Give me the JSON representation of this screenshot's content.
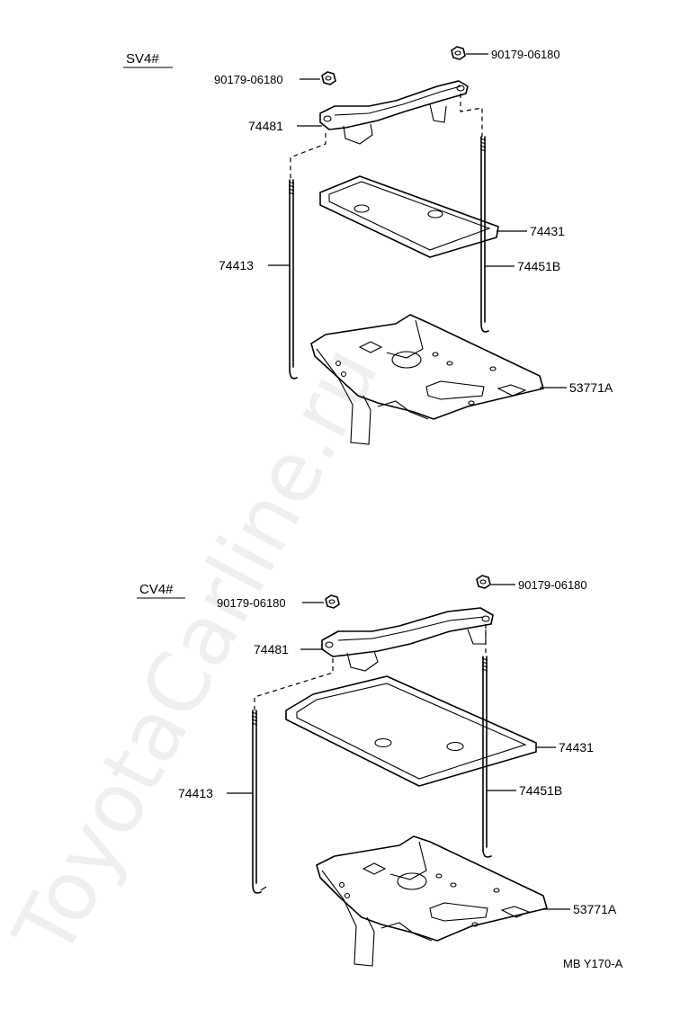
{
  "watermark": "ToyotaCarline.ru",
  "drawing_code": "MB Y170-A",
  "sections": [
    {
      "title": "SV4#",
      "labels": {
        "nut_left": "90179-06180",
        "nut_right": "90179-06180",
        "clamp": "74481",
        "tray": "74431",
        "rod_left": "74413",
        "rod_right": "74451B",
        "carrier": "53771A"
      }
    },
    {
      "title": "CV4#",
      "labels": {
        "nut_left": "90179-06180",
        "nut_right": "90179-06180",
        "clamp": "74481",
        "tray": "74431",
        "rod_left": "74413",
        "rod_right": "74451B",
        "carrier": "53771A"
      }
    }
  ]
}
